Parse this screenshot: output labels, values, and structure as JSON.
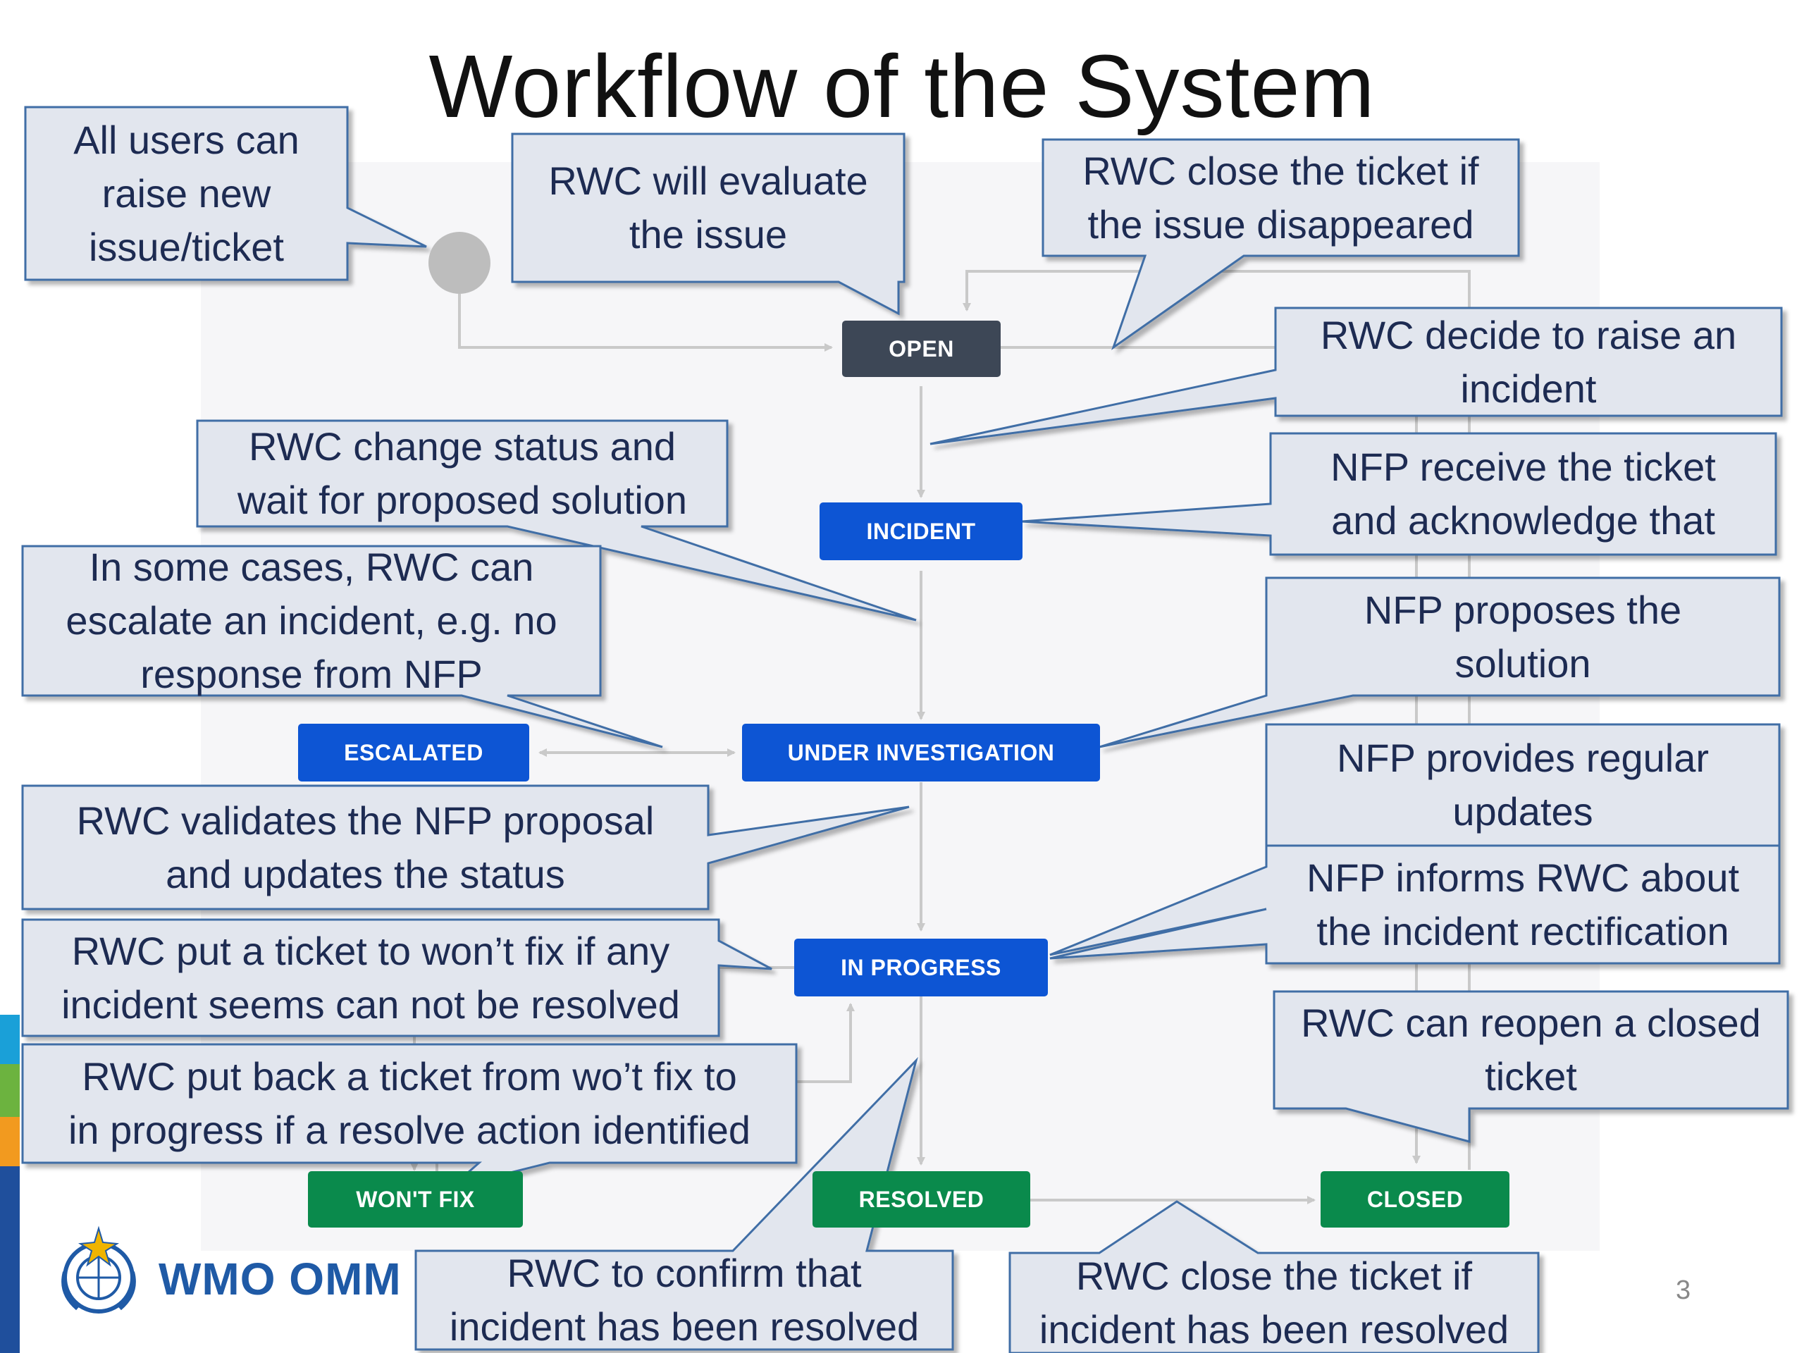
{
  "title": "Workflow of the System",
  "statuses": {
    "open": "OPEN",
    "incident": "INCIDENT",
    "under_investigation": "UNDER INVESTIGATION",
    "escalated": "ESCALATED",
    "in_progress": "IN PROGRESS",
    "wont_fix": "WON'T FIX",
    "resolved": "RESOLVED",
    "closed": "CLOSED"
  },
  "callouts": {
    "raise_issue": "All users can\nraise new\nissue/ticket",
    "evaluate": "RWC will evaluate\nthe issue",
    "close_disappeared": "RWC close the ticket if\nthe issue disappeared",
    "raise_incident": "RWC decide to raise an\nincident",
    "change_status": "RWC change status and\nwait for proposed solution",
    "nfp_receive": "NFP receive the ticket\nand acknowledge that",
    "escalate": "In some cases, RWC can\nescalate an incident, e.g. no\nresponse from NFP",
    "nfp_propose": "NFP proposes the\nsolution",
    "validate": "RWC validates the NFP proposal\nand updates the status",
    "nfp_updates": "NFP provides regular\nupdates",
    "nfp_inform": "NFP informs RWC about\nthe incident rectification",
    "wont_fix": "RWC put a ticket to won’t fix if any\nincident seems can not be resolved",
    "reopen": "RWC can reopen a closed\nticket",
    "put_back": "RWC put back a ticket from wo’t fix to\nin progress if a resolve action identified",
    "confirm_resolved": "RWC to confirm that\nincident has been resolved",
    "close_resolved": "RWC close the ticket if\nincident has been resolved"
  },
  "logo_text": "WMO OMM",
  "page_number": "3",
  "colors": {
    "status_dark": "#3d4756",
    "status_blue": "#0d55d4",
    "status_green": "#0a8a4c",
    "callout_fill": "#e2e6ee",
    "callout_border": "#3f6ea6",
    "callout_text": "#1d2b52"
  }
}
